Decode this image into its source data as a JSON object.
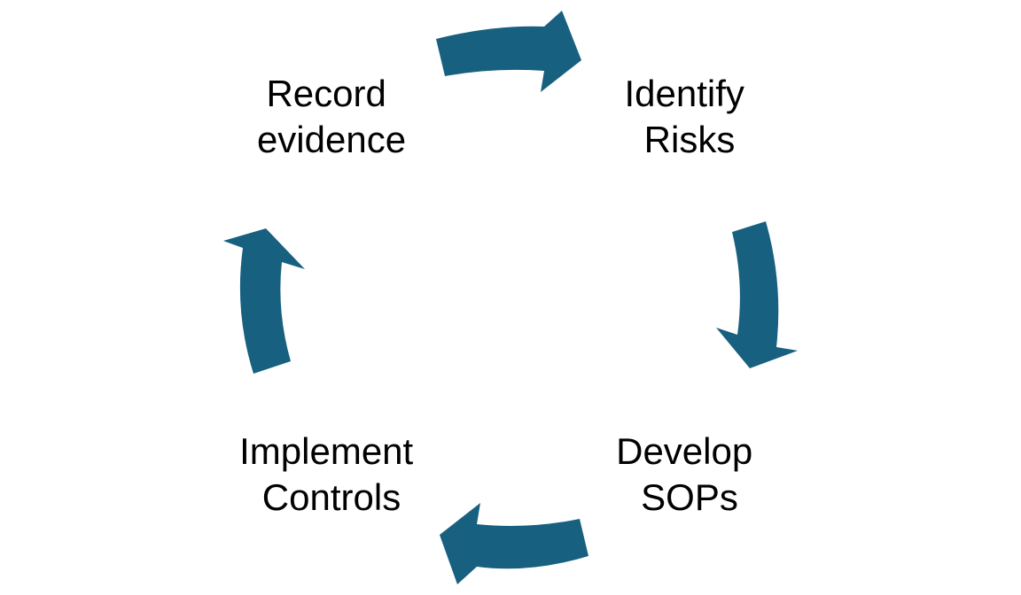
{
  "diagram": {
    "arrow_color": "#17607F",
    "text_color": "#000000",
    "steps": [
      {
        "id": "identify-risks",
        "lines": [
          "Identify",
          "Risks"
        ]
      },
      {
        "id": "develop-sops",
        "lines": [
          "Develop",
          "SOPs"
        ]
      },
      {
        "id": "implement-controls",
        "lines": [
          "Implement",
          "Controls"
        ]
      },
      {
        "id": "record-evidence",
        "lines": [
          "Record",
          "evidence"
        ]
      }
    ]
  }
}
